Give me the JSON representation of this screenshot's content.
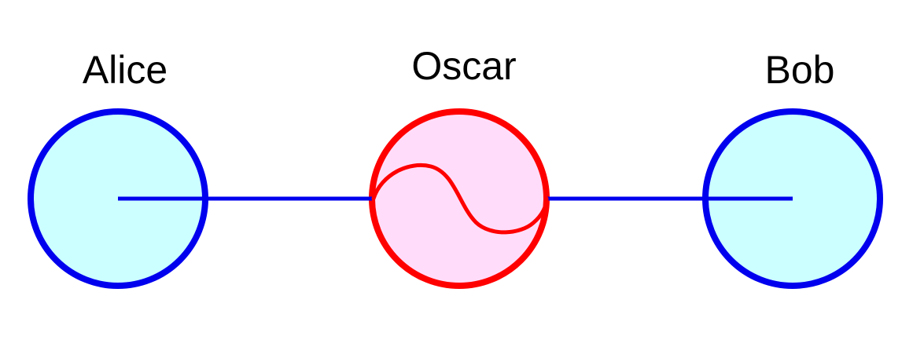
{
  "nodes": [
    {
      "id": "alice",
      "label": "Alice",
      "role": "honest-party"
    },
    {
      "id": "oscar",
      "label": "Oscar",
      "role": "interceptor"
    },
    {
      "id": "bob",
      "label": "Bob",
      "role": "honest-party"
    }
  ],
  "colors": {
    "party_stroke": "#0000ee",
    "party_fill": "#ccffff",
    "interceptor_stroke": "#ff0000",
    "interceptor_fill": "#ffddfa",
    "link": "#0000ee",
    "text": "#000000"
  }
}
